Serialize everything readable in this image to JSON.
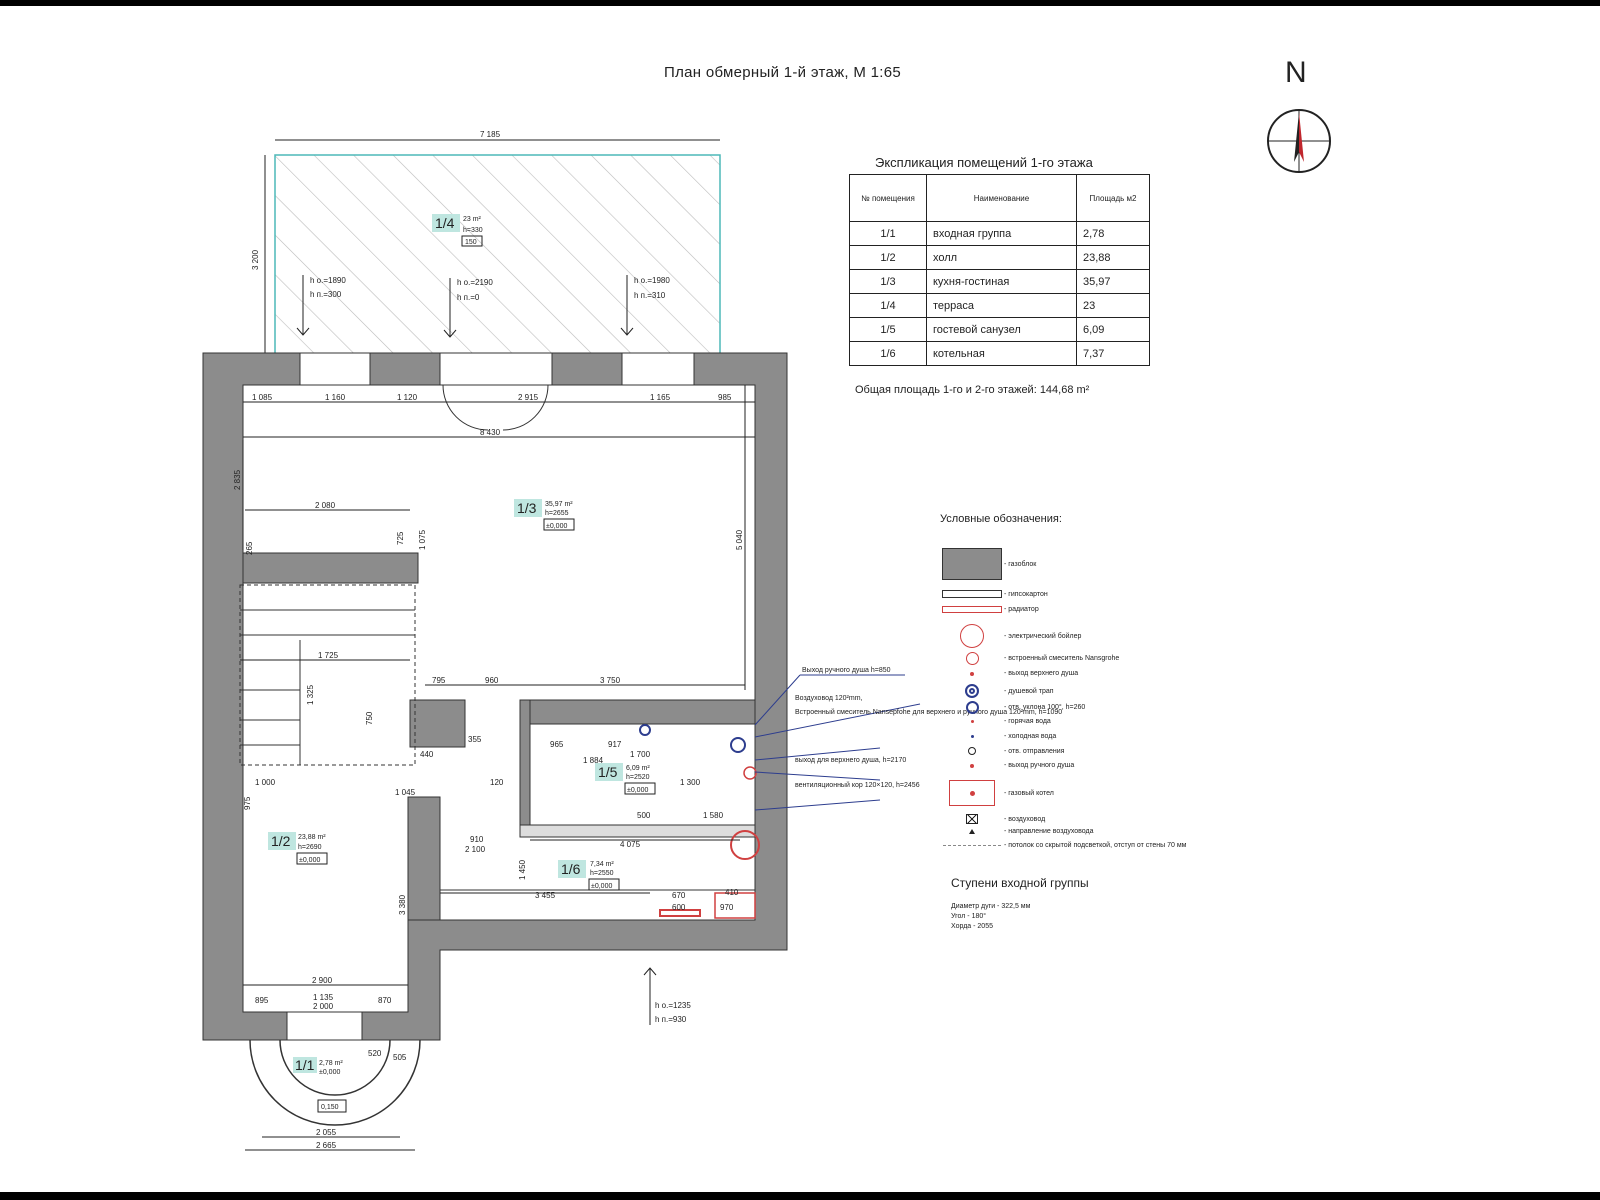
{
  "title": "План обмерный 1-й этаж, М 1:65",
  "north_label": "N",
  "explication": {
    "title": "Экспликация помещений 1-го этажа",
    "headers": [
      "№ помещения",
      "Наименование",
      "Площадь м2"
    ],
    "rows": [
      {
        "num": "1/1",
        "name": "входная группа",
        "area": "2,78"
      },
      {
        "num": "1/2",
        "name": "холл",
        "area": "23,88"
      },
      {
        "num": "1/3",
        "name": "кухня-гостиная",
        "area": "35,97"
      },
      {
        "num": "1/4",
        "name": "терраса",
        "area": "23"
      },
      {
        "num": "1/5",
        "name": "гостевой санузел",
        "area": "6,09"
      },
      {
        "num": "1/6",
        "name": "котельная",
        "area": "7,37"
      }
    ],
    "total": "Общая площадь 1-го и 2-го этажей: 144,68 m²"
  },
  "rooms": [
    {
      "id": "1/4",
      "area": "23 m²",
      "h": "h=330",
      "level": "150"
    },
    {
      "id": "1/3",
      "area": "35,97 m²",
      "h": "h=2655",
      "level": "±0,000"
    },
    {
      "id": "1/5",
      "area": "6,09 m²",
      "h": "h=2520",
      "level": "±0,000"
    },
    {
      "id": "1/2",
      "area": "23,88 m²",
      "h": "h=2690",
      "level": "±0,000"
    },
    {
      "id": "1/6",
      "area": "7,34 m²",
      "h": "h=2550",
      "level": "±0,000"
    },
    {
      "id": "1/1",
      "area": "2,78 m²",
      "h": "",
      "level": "±0,000"
    }
  ],
  "level_outside": "0,150",
  "window_marks": [
    {
      "a": "h о.=1890",
      "b": "h п.=300"
    },
    {
      "a": "h о.=2190",
      "b": "h п.=0"
    },
    {
      "a": "h о.=1980",
      "b": "h п.=310"
    },
    {
      "a": "h о.=1235",
      "b": "h п.=930"
    }
  ],
  "dimensions": {
    "terrace_width": "7 185",
    "terrace_depth": "3 200",
    "top_row": [
      "1 085",
      "1 160",
      "1 120",
      "2 915",
      "1 165",
      "985"
    ],
    "inner_width": "8 430",
    "left_side": "2 835",
    "stair_top": "2 080",
    "d_725": "725",
    "d_1075": "1 075",
    "d_265": "265",
    "right_side": "5 040",
    "stair_width": "1 725",
    "stair_h": "1 325",
    "d_795": "795",
    "d_960": "960",
    "d_3750": "3 750",
    "d_440": "440",
    "d_355": "355",
    "d_750": "750",
    "d_1000": "1 000",
    "d_975": "975",
    "d_1045": "1 045",
    "d_1700": "1 700",
    "d_965": "965",
    "d_917": "917",
    "d_1884": "1 884",
    "d_120": "120",
    "d_1300": "1 300",
    "d_500": "500",
    "d_1580": "1 580",
    "d_910": "910",
    "d_2100": "2 100",
    "d_4075": "4 075",
    "d_1450": "1 450",
    "d_3455": "3 455",
    "d_670": "670",
    "d_600": "600",
    "d_410": "410",
    "d_970": "970",
    "d_3380": "3 380",
    "d_2900": "2 900",
    "d_895": "895",
    "d_1135": "1 135",
    "d_2000": "2 000",
    "d_870": "870",
    "d_520": "520",
    "d_505": "505",
    "d_2055": "2 055",
    "d_2665": "2 665"
  },
  "callouts": [
    "Выход ручного душа h=850",
    "Воздуховод 120²mm,",
    "Встроенный смеситель Nanseрfohe для верхнего и ручного душа 120²mm, h=1090",
    "выход для верхнего душа, h=2170",
    "вентиляционный кор 120×120, h=2456"
  ],
  "legend": {
    "title": "Условные обозначения:",
    "items": [
      "- газоблок",
      "- гипсокартон",
      "- радиатор",
      "- электрический бойлер",
      "- встроенный смеситель Nansgrohe",
      "- выход верхнего душа",
      "- душевой трап",
      "- отв. уклона 100°, h=260",
      "- горячая вода",
      "- холодная вода",
      "- отв. отправления",
      "- выход ручного душа",
      "- газовый котел",
      "- воздуховод",
      "- направление воздуховода",
      "- потолок со скрытой подсветкой, отступ от стены 70 мм"
    ]
  },
  "steps": {
    "title": "Ступени входной группы",
    "lines": [
      "Диаметр дуги - 322,5 мм",
      "Угол - 180°",
      "Хорда - 2055"
    ]
  },
  "colors": {
    "wall": "#8c8c8c",
    "terrace": "#4db8b8",
    "room_label_bg": "#bfe6e0",
    "radiator": "#d04040",
    "blue_sym": "#2d3d8e"
  }
}
